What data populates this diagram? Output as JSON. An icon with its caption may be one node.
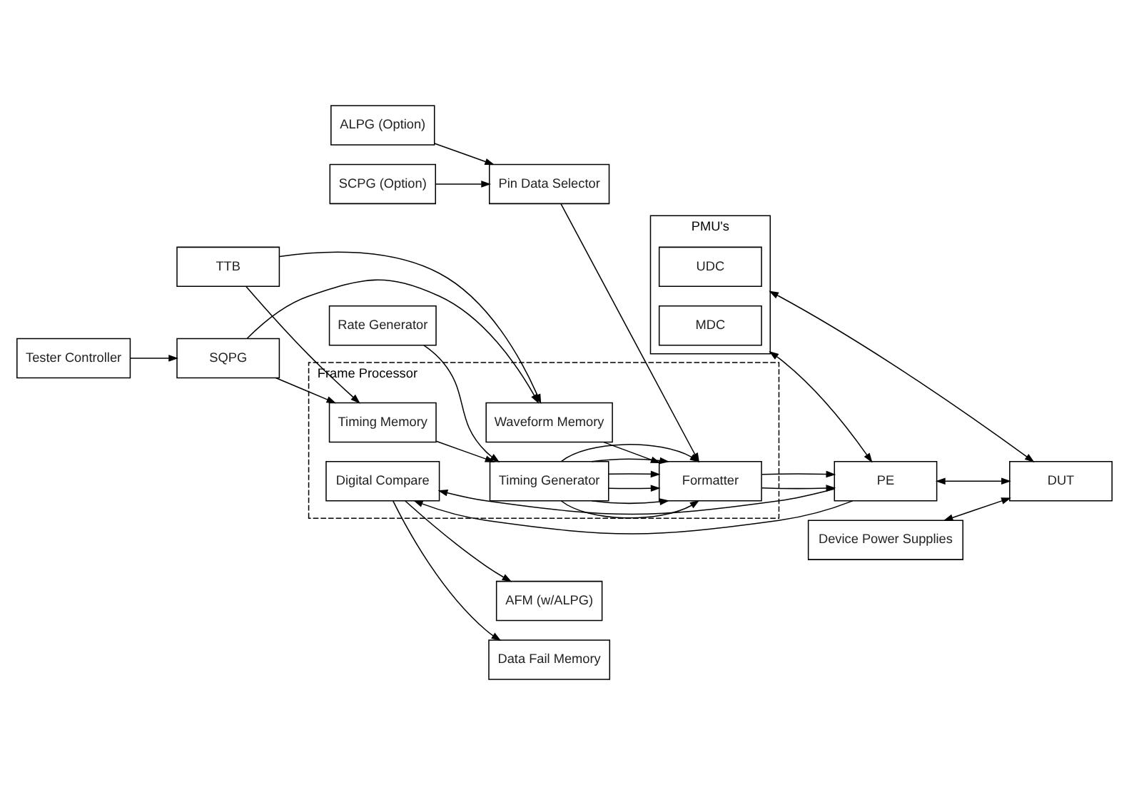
{
  "diagram": {
    "nodes": [
      {
        "text": [
          "ALPG (Option)"
        ]
      },
      {
        "text": [
          "SCPG (Option)"
        ]
      },
      {
        "text": [
          "Tester Controller"
        ]
      },
      {
        "text": [
          "Pin Data Selector"
        ]
      },
      {
        "text": [
          "Rate Generator"
        ]
      },
      {
        "text": [
          "SQPG"
        ]
      },
      {
        "text": [
          "TTB"
        ]
      },
      {
        "text": [
          "Data Fail Memory"
        ]
      },
      {
        "text": [
          "AFM (w/ALPG)"
        ]
      },
      {
        "text": [
          "Frame Processor"
        ]
      },
      {
        "text": [
          "Formatter"
        ],
        "in": 9
      },
      {
        "text": [
          "Timing Generator"
        ],
        "in": 9
      },
      {
        "text": [
          "Timing Memory"
        ],
        "in": 9
      },
      {
        "text": [
          "Waveform Memory"
        ],
        "in": 9
      },
      {
        "text": [
          "Digital Compare"
        ],
        "in": 9
      },
      {
        "text": [
          "PMU's"
        ]
      },
      {
        "text": [
          "MDC"
        ],
        "in": 15
      },
      {
        "text": [
          "UDC"
        ],
        "in": 15
      },
      {
        "text": [
          "PE"
        ]
      },
      {
        "text": [
          "DUT"
        ]
      },
      {
        "text": [
          "Device Power Supplies"
        ]
      }
    ],
    "edges": [
      {
        "from": 0,
        "to": 3,
        "arrow": "to"
      },
      {
        "from": 1,
        "to": 3,
        "arrow": "to"
      },
      {
        "from": 3,
        "to": 10,
        "arrow": "to"
      },
      {
        "from": 4,
        "to": 11,
        "arrow": "to"
      },
      {
        "from": 2,
        "to": 5,
        "arrow": "to"
      },
      {
        "from": 5,
        "to": 12,
        "arrow": "to"
      },
      {
        "from": 5,
        "to": 13,
        "arrow": "to"
      },
      {
        "from": 6,
        "to": 12,
        "arrow": "to"
      },
      {
        "from": 6,
        "to": 13,
        "arrow": "to"
      },
      {
        "from": 11,
        "to": 10,
        "arrow": "to"
      },
      {
        "from": 11,
        "to": 10,
        "arrow": "to"
      },
      {
        "from": 11,
        "to": 10,
        "arrow": "to"
      },
      {
        "from": 11,
        "to": 10,
        "arrow": "to"
      },
      {
        "from": 11,
        "to": 10,
        "arrow": "to"
      },
      {
        "from": 11,
        "to": 10,
        "arrow": "to"
      },
      {
        "from": 12,
        "to": 11,
        "arrow": "to"
      },
      {
        "from": 13,
        "to": 10,
        "arrow": "to"
      },
      {
        "from": 14,
        "to": 7,
        "arrow": "to"
      },
      {
        "from": 14,
        "to": 8,
        "arrow": "to"
      },
      {
        "from": 10,
        "to": 18,
        "arrow": "to"
      },
      {
        "from": 10,
        "to": 18,
        "arrow": "to"
      },
      {
        "from": 18,
        "to": 14,
        "arrow": "to"
      },
      {
        "from": 18,
        "to": 14,
        "arrow": "to"
      },
      {
        "from": 15,
        "to": 18,
        "arrow": "both"
      },
      {
        "from": 15,
        "to": 19,
        "arrow": "both"
      },
      {
        "from": 18,
        "to": 19,
        "arrow": "both"
      },
      {
        "from": 20,
        "to": 19,
        "arrow": "both"
      }
    ]
  }
}
